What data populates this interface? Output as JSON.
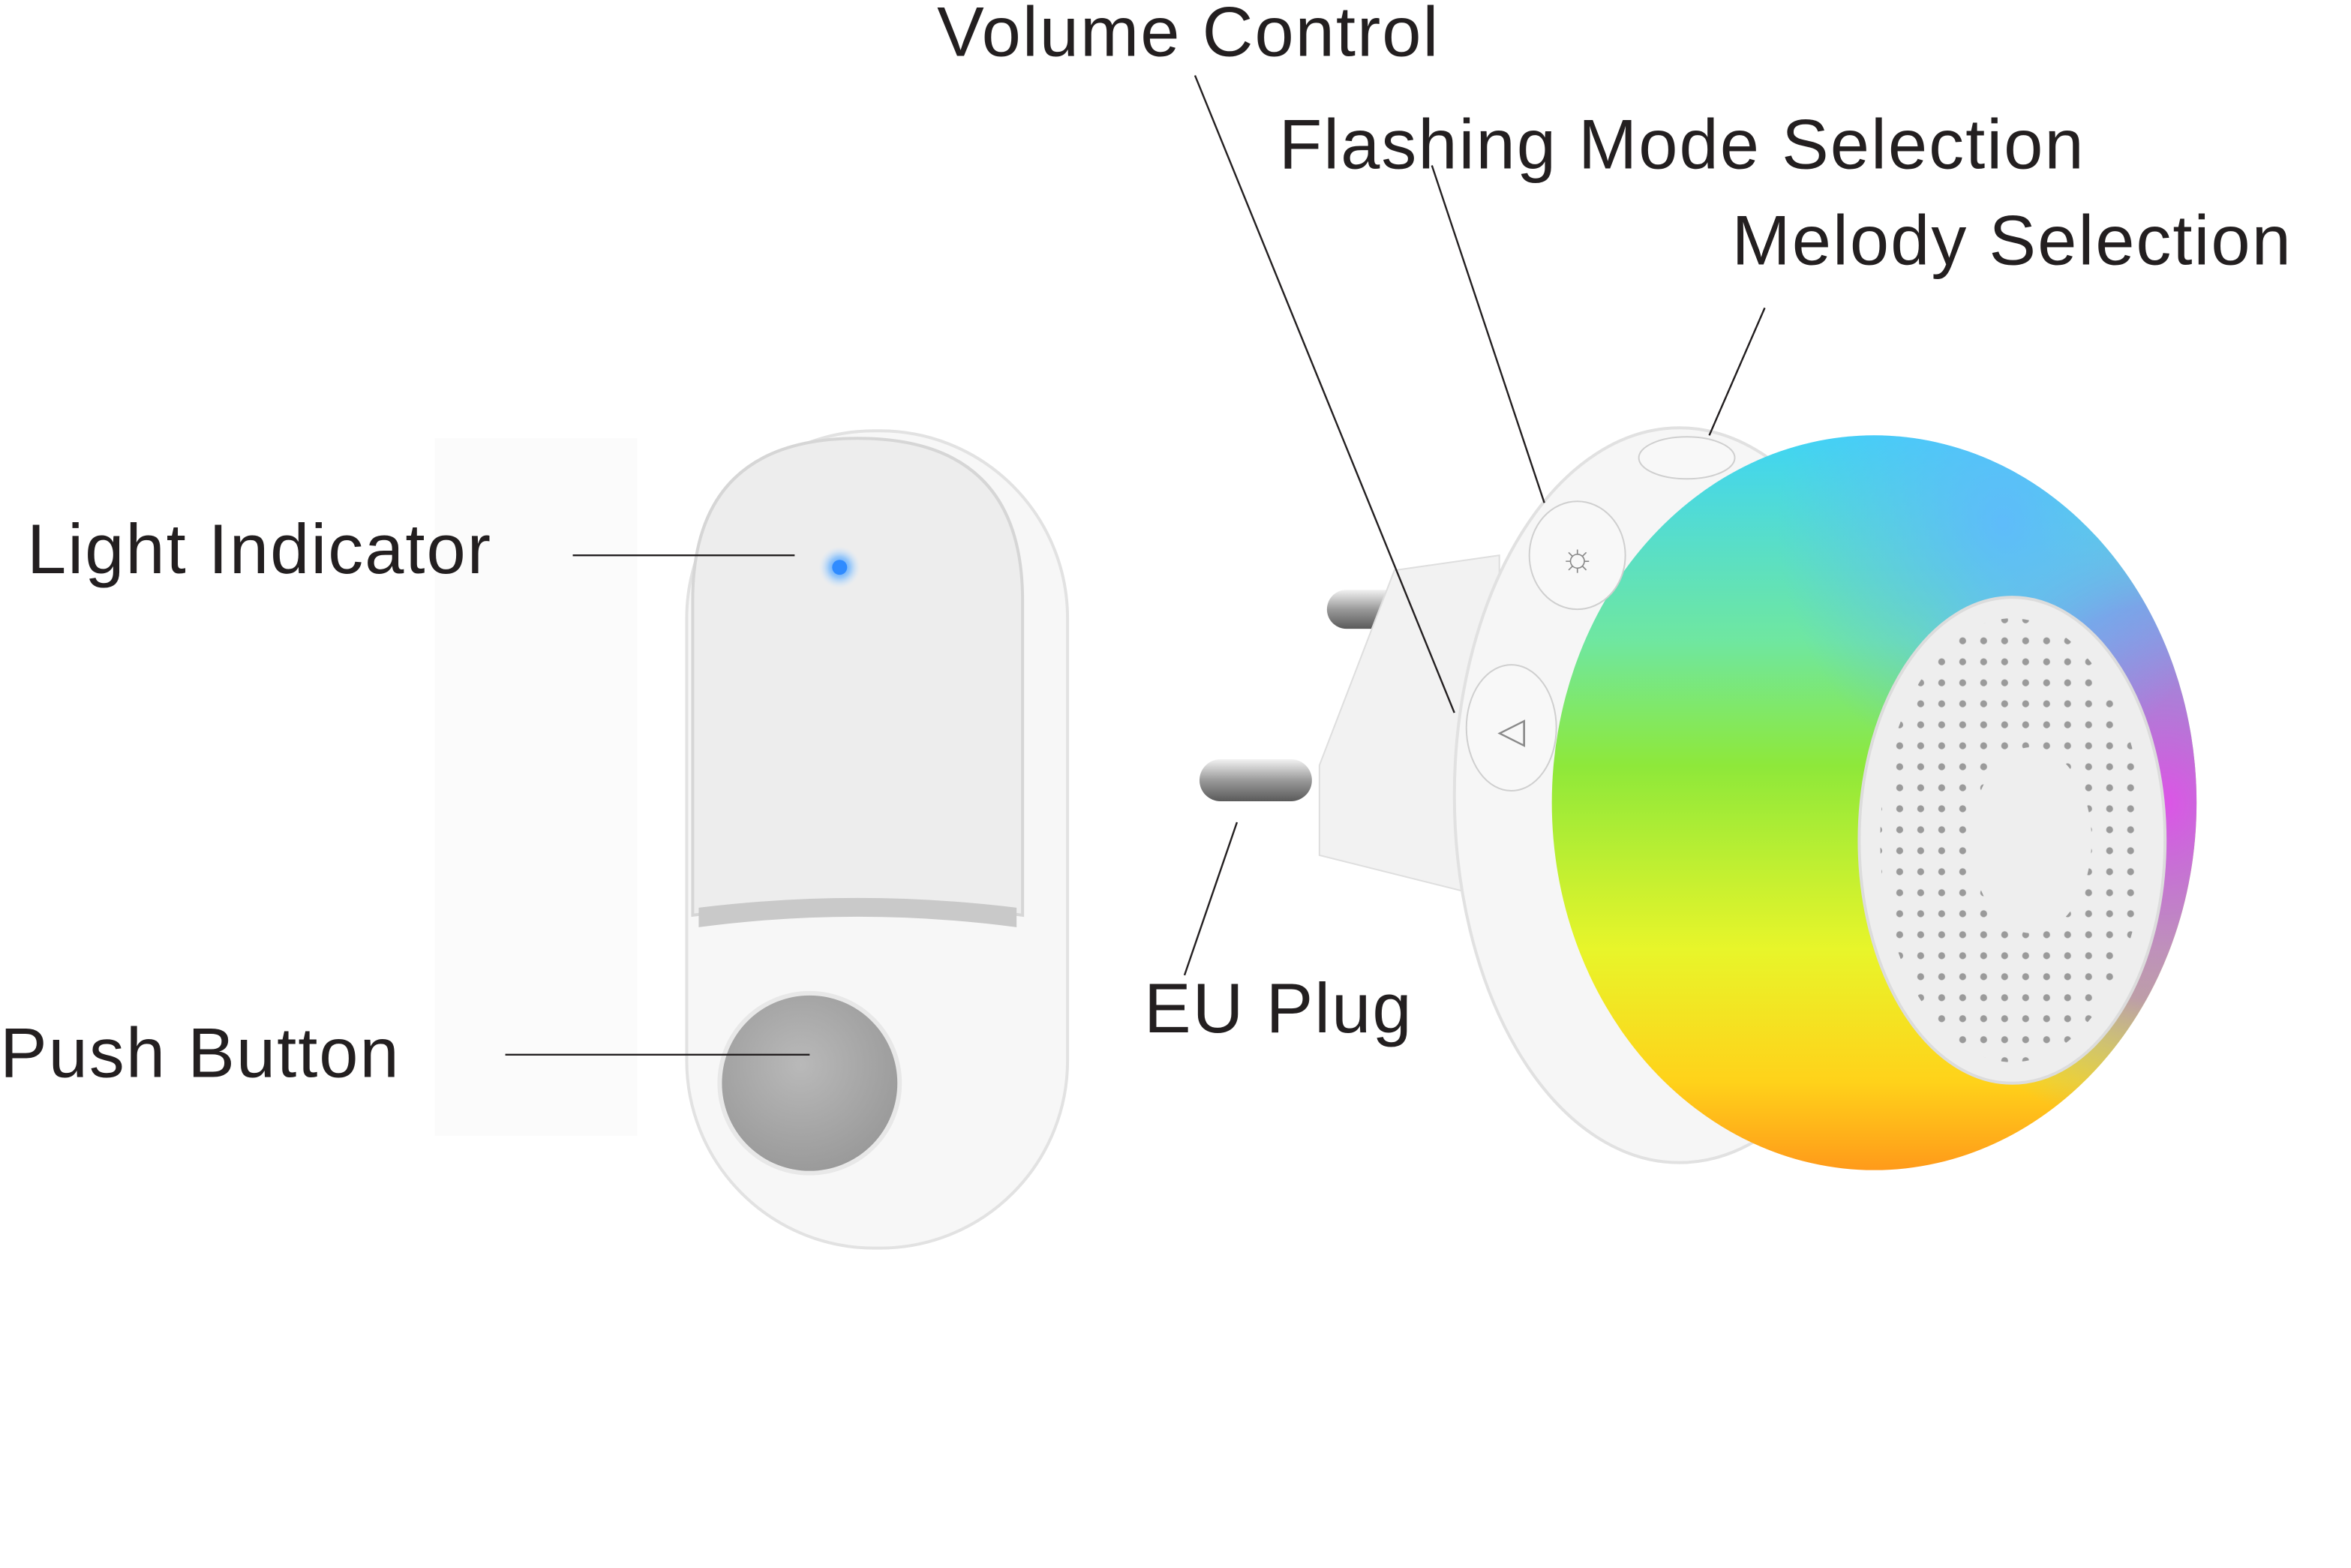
{
  "labels": {
    "volume_control": "Volume Control",
    "flashing_mode_selection": "Flashing Mode Selection",
    "melody_selection": "Melody Selection",
    "light_indicator": "Light Indicator",
    "push_button": "Push Button",
    "eu_plug": "EU Plug"
  },
  "colors": {
    "text": "#231f20",
    "indicator_led": "#2f8bff",
    "button_gray": "#a9a9a9"
  }
}
